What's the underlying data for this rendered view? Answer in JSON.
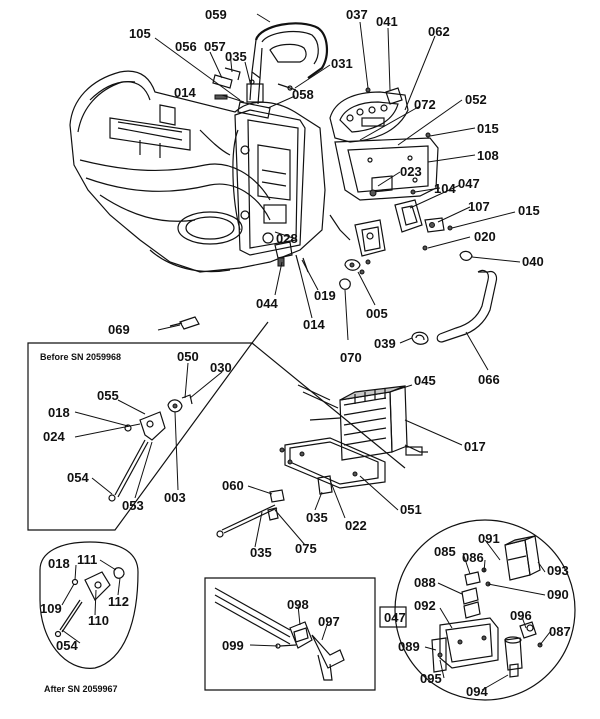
{
  "labels": {
    "l059": "059",
    "l037": "037",
    "l041": "041",
    "l105": "105",
    "l056": "056",
    "l057": "057",
    "l035a": "035",
    "l062": "062",
    "l031": "031",
    "l014a": "014",
    "l058": "058",
    "l072": "072",
    "l052": "052",
    "l015a": "015",
    "l108": "108",
    "l023": "023",
    "l104": "104",
    "l047a": "047",
    "l107": "107",
    "l015b": "015",
    "l020": "020",
    "l040": "040",
    "l028": "028",
    "l044": "044",
    "l019": "019",
    "l014b": "014",
    "l005": "005",
    "l069": "069",
    "l070": "070",
    "l039": "039",
    "l066": "066",
    "l050": "050",
    "l030": "030",
    "l055": "055",
    "l018a": "018",
    "l024": "024",
    "l054a": "054",
    "l053": "053",
    "l003": "003",
    "l045": "045",
    "l017": "017",
    "l060": "060",
    "l035b": "035",
    "l022": "022",
    "l051": "051",
    "l035c": "035",
    "l075": "075",
    "l018b": "018",
    "l111": "111",
    "l109": "109",
    "l110": "110",
    "l112": "112",
    "l054b": "054",
    "l098": "098",
    "l097": "097",
    "l099": "099",
    "l091": "091",
    "l085": "085",
    "l086": "086",
    "l093": "093",
    "l088": "088",
    "l090": "090",
    "l047b": "047",
    "l092": "092",
    "l096": "096",
    "l087": "087",
    "l089": "089",
    "l095": "095",
    "l094": "094"
  },
  "notes": {
    "before_sn": "Before SN 2059968",
    "after_sn": "After SN  2059967"
  }
}
